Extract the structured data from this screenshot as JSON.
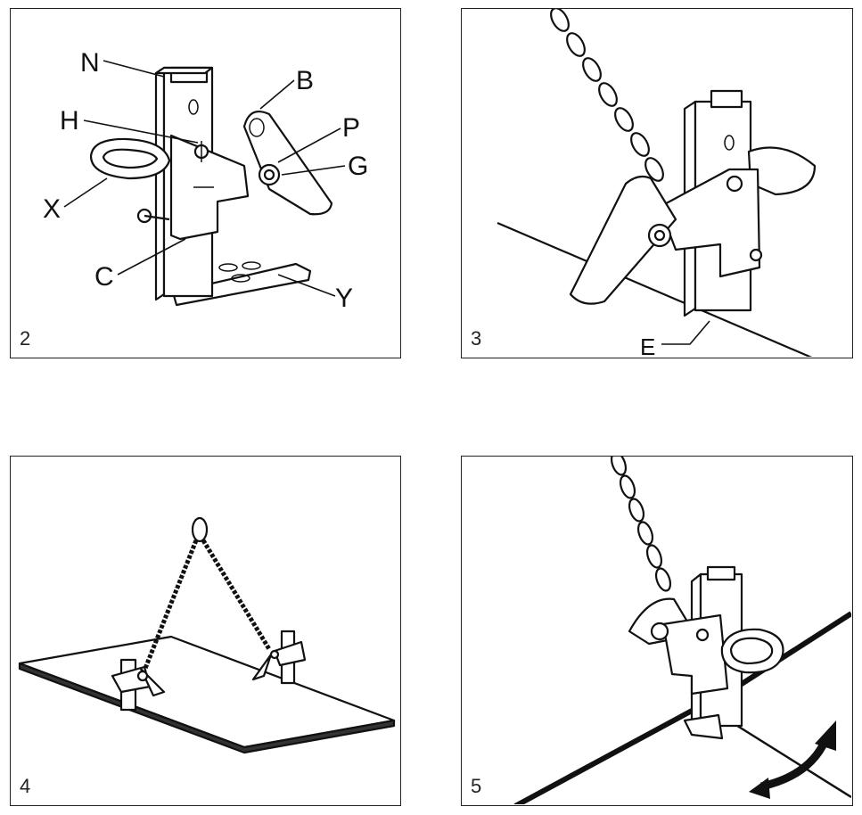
{
  "panels": [
    {
      "number": "2",
      "labels": {
        "N": "N",
        "B": "B",
        "H": "H",
        "P": "P",
        "G": "G",
        "X": "X",
        "C": "C",
        "Y": "Y"
      }
    },
    {
      "number": "3",
      "labels": {
        "E": "E"
      }
    },
    {
      "number": "4",
      "labels": {}
    },
    {
      "number": "5",
      "labels": {}
    }
  ],
  "icons": [
    "clamp-icon",
    "chain-icon",
    "plate-icon",
    "rotation-arrow-icon"
  ]
}
